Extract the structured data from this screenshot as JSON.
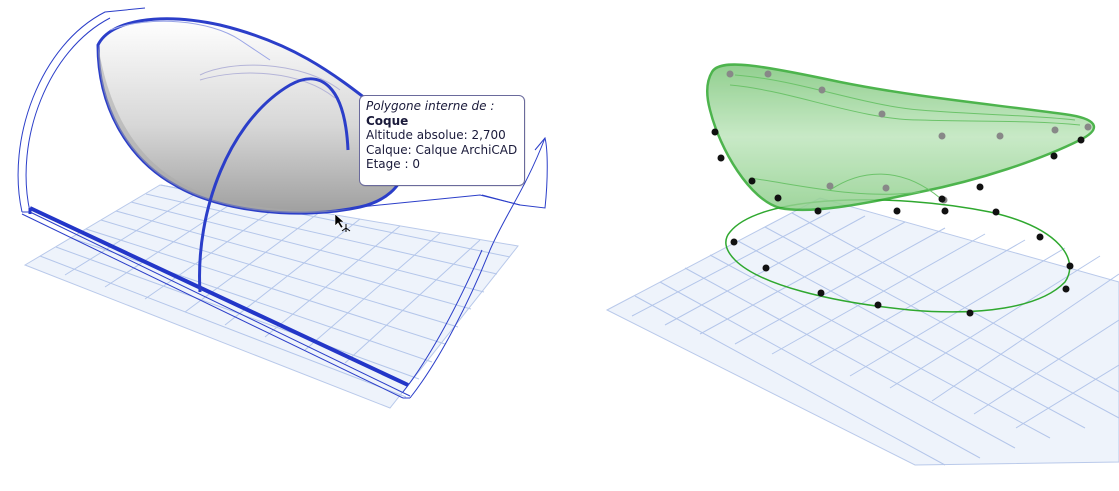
{
  "colors": {
    "grid_fill": "#eef3fb",
    "grid_line": "#a9bde4",
    "shell_outline": "#2b3ec9",
    "shell_outline_thin": "#2b3ec9",
    "shell_fill_light": "#f1f1f1",
    "shell_fill_dark": "#b8b8b8",
    "green_fill": "#9fd99c",
    "green_line": "#2fa82f",
    "vertex_dot": "#111111",
    "tooltip_border": "#6a6a9c"
  },
  "tooltip": {
    "title": "Polygone interne de :",
    "name": "Coque",
    "altitude": "Altitude absolue: 2,700",
    "layer": "Calque: Calque ArchiCAD",
    "story": "Etage : 0"
  },
  "icons": {
    "cursor": "arrow-pointer-icon"
  }
}
